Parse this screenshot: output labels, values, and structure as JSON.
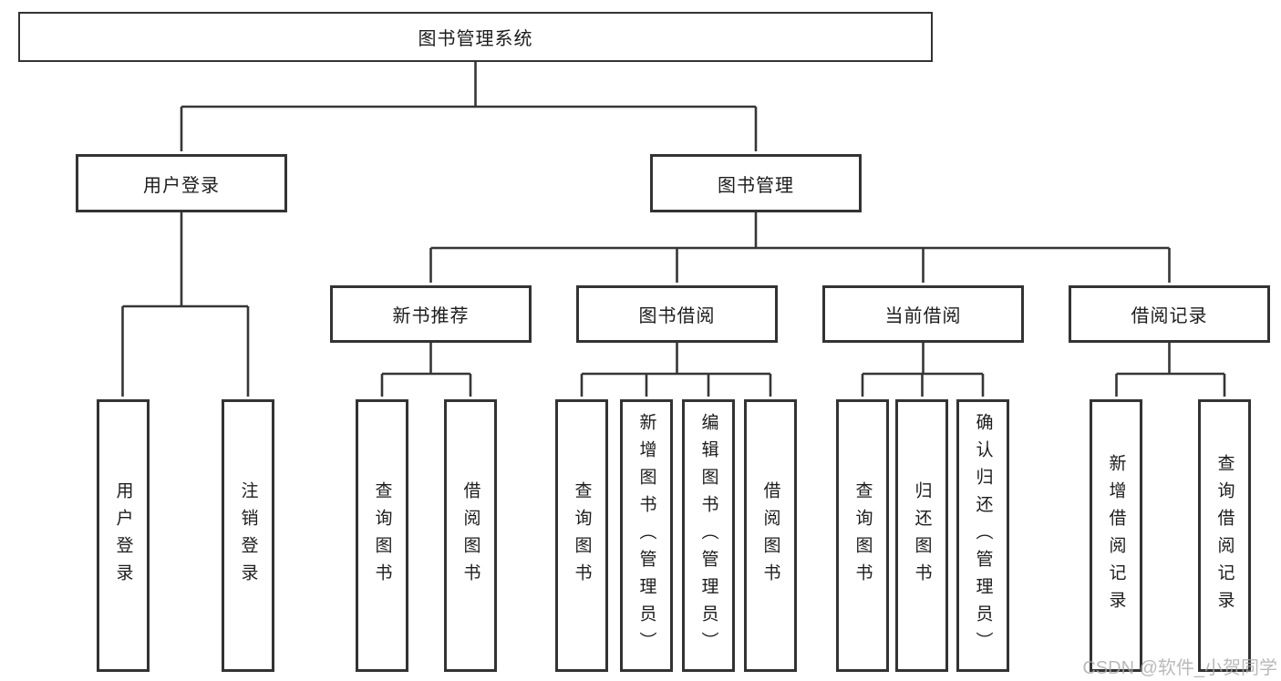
{
  "palette": {
    "line_color": "#363636",
    "border_color": "#333333",
    "text_color": "#1c1c1c",
    "watermark_color": "#a9a9ab",
    "background": "#ffffff"
  },
  "tree": {
    "root": {
      "label": "图书管理系统"
    },
    "branches": [
      {
        "label": "用户登录",
        "leaves": [
          {
            "label": "用户登录"
          },
          {
            "label": "注销登录"
          }
        ]
      },
      {
        "label": "图书管理",
        "groups": [
          {
            "label": "新书推荐",
            "leaves": [
              {
                "label": "查询图书"
              },
              {
                "label": "借阅图书"
              }
            ]
          },
          {
            "label": "图书借阅",
            "leaves": [
              {
                "label": "查询图书"
              },
              {
                "label": "新增图书（管理员）"
              },
              {
                "label": "编辑图书（管理员）"
              },
              {
                "label": "借阅图书"
              }
            ]
          },
          {
            "label": "当前借阅",
            "leaves": [
              {
                "label": "查询图书"
              },
              {
                "label": "归还图书"
              },
              {
                "label": "确认归还（管理员）"
              }
            ]
          },
          {
            "label": "借阅记录",
            "leaves": [
              {
                "label": "新增借阅记录"
              },
              {
                "label": "查询借阅记录"
              }
            ]
          }
        ]
      }
    ]
  },
  "watermark": {
    "text": "CSDN @软件_小贺同学"
  }
}
